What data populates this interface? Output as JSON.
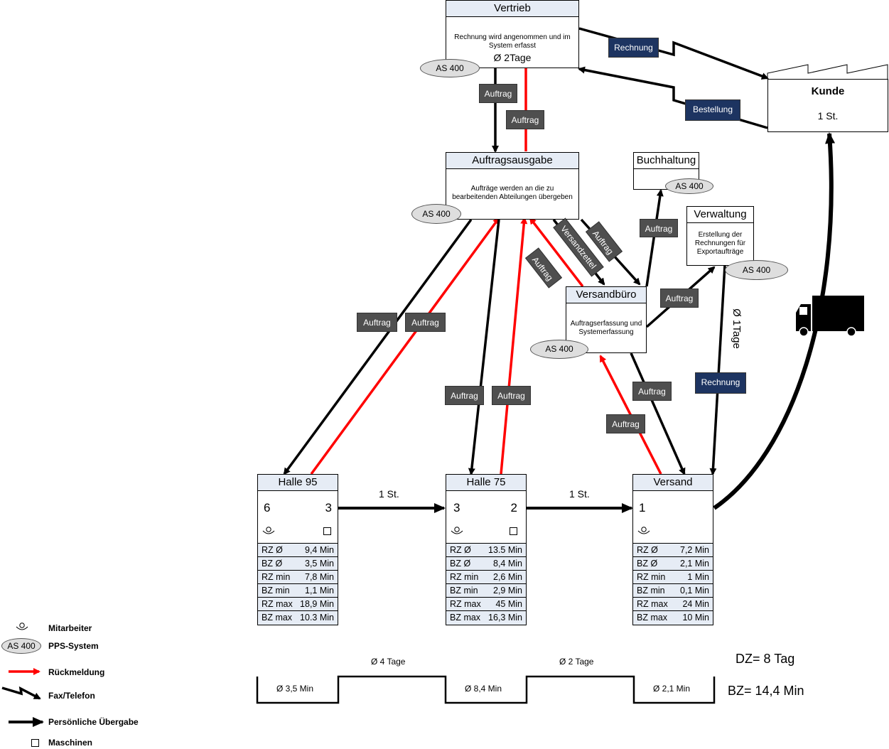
{
  "vertrieb": {
    "title": "Vertrieb",
    "desc": "Rechnung wird angenommen und im System erfasst",
    "time": "Ø 2Tage",
    "system": "AS 400"
  },
  "auftragsausgabe": {
    "title": "Auftragsausgabe",
    "desc": "Aufträge werden an die zu bearbeitenden Abteilungen übergeben",
    "system": "AS 400"
  },
  "buchhaltung": {
    "title": "Buchhaltung",
    "system": "AS 400"
  },
  "verwaltung": {
    "title": "Verwaltung",
    "desc": "Erstellung der Rechnungen für Exportaufträge",
    "system": "AS 400",
    "time": "Ø 1Tage"
  },
  "versandbuero": {
    "title": "Versandbüro",
    "desc": "Auftragserfassung und Systemerfassung",
    "system": "AS 400"
  },
  "kunde": {
    "title": "Kunde",
    "qty": "1 St."
  },
  "tags": {
    "auftrag": "Auftrag",
    "rechnung": "Rechnung",
    "bestellung": "Bestellung",
    "versandzettel": "Versandzettel"
  },
  "flow": {
    "qty1": "1 St.",
    "qty2": "1 St."
  },
  "processes": [
    {
      "title": "Halle 95",
      "workers": "6",
      "machines": "3",
      "rows": [
        [
          "RZ  Ø",
          "9,4 Min"
        ],
        [
          "BZ  Ø",
          "3,5 Min"
        ],
        [
          "RZ min",
          "7,8 Min"
        ],
        [
          "BZ min",
          "1,1 Min"
        ],
        [
          "RZ max",
          "18,9 Min"
        ],
        [
          "BZ max",
          "10.3 Min"
        ]
      ]
    },
    {
      "title": "Halle 75",
      "workers": "3",
      "machines": "2",
      "rows": [
        [
          "RZ  Ø",
          "13.5 Min"
        ],
        [
          "BZ  Ø",
          "8,4 Min"
        ],
        [
          "RZ min",
          "2,6 Min"
        ],
        [
          "BZ min",
          "2,9 Min"
        ],
        [
          "RZ max",
          "45 Min"
        ],
        [
          "BZ max",
          "16,3 Min"
        ]
      ]
    },
    {
      "title": "Versand",
      "workers": "1",
      "machines": "",
      "rows": [
        [
          "RZ Ø",
          "7,2 Min"
        ],
        [
          "BZ  Ø",
          "2,1 Min"
        ],
        [
          "RZ min",
          "1 Min"
        ],
        [
          "BZ min",
          "0,1 Min"
        ],
        [
          "RZ max",
          "24 Min"
        ],
        [
          "BZ max",
          "10 Min"
        ]
      ]
    }
  ],
  "timeline": {
    "t1": "Ø 3,5 Min",
    "t2": "Ø 8,4 Min",
    "t3": "Ø 2,1 Min",
    "w1": "Ø 4 Tage",
    "w2": "Ø 2 Tage",
    "dz": "DZ= 8 Tag",
    "bz": "BZ= 14,4 Min"
  },
  "legend": {
    "worker": "Mitarbeiter",
    "system_label": "AS 400",
    "system": "PPS-System",
    "feedback": "Rückmeldung",
    "fax": "Fax/Telefon",
    "handover": "Persönliche Übergabe",
    "machines": "Maschinen"
  },
  "colors": {
    "header": "#e6ecf5",
    "tag_grey": "#4f4f4f",
    "tag_navy": "#1d3461",
    "feedback": "#ff0000",
    "flow": "#000000"
  }
}
